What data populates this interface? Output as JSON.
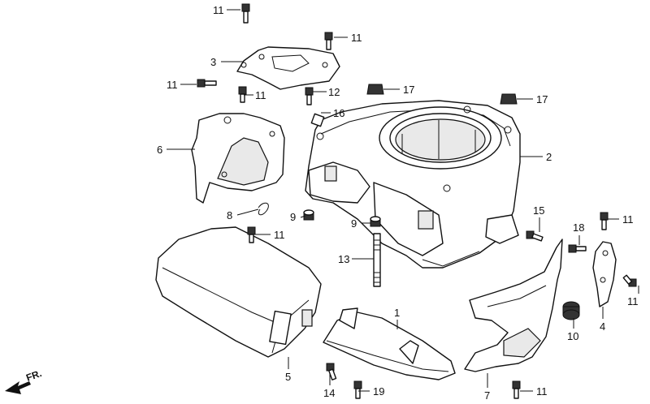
{
  "direction_label": "FR.",
  "callouts": [
    {
      "id": "c11a",
      "text": "11"
    },
    {
      "id": "c11b",
      "text": "11"
    },
    {
      "id": "c3",
      "text": "3"
    },
    {
      "id": "c11c",
      "text": "11"
    },
    {
      "id": "c11d",
      "text": "11"
    },
    {
      "id": "c12",
      "text": "12"
    },
    {
      "id": "c17a",
      "text": "17"
    },
    {
      "id": "c17b",
      "text": "17"
    },
    {
      "id": "c16",
      "text": "16"
    },
    {
      "id": "c6",
      "text": "6"
    },
    {
      "id": "c2",
      "text": "2"
    },
    {
      "id": "c8",
      "text": "8"
    },
    {
      "id": "c9a",
      "text": "9"
    },
    {
      "id": "c9b",
      "text": "9"
    },
    {
      "id": "c11e",
      "text": "11"
    },
    {
      "id": "c15",
      "text": "15"
    },
    {
      "id": "c18",
      "text": "18"
    },
    {
      "id": "c11f",
      "text": "11"
    },
    {
      "id": "c13",
      "text": "13"
    },
    {
      "id": "c11g",
      "text": "11"
    },
    {
      "id": "c1",
      "text": "1"
    },
    {
      "id": "c10",
      "text": "10"
    },
    {
      "id": "c4",
      "text": "4"
    },
    {
      "id": "c5",
      "text": "5"
    },
    {
      "id": "c14",
      "text": "14"
    },
    {
      "id": "c19",
      "text": "19"
    },
    {
      "id": "c7",
      "text": "7"
    },
    {
      "id": "c11h",
      "text": "11"
    }
  ]
}
